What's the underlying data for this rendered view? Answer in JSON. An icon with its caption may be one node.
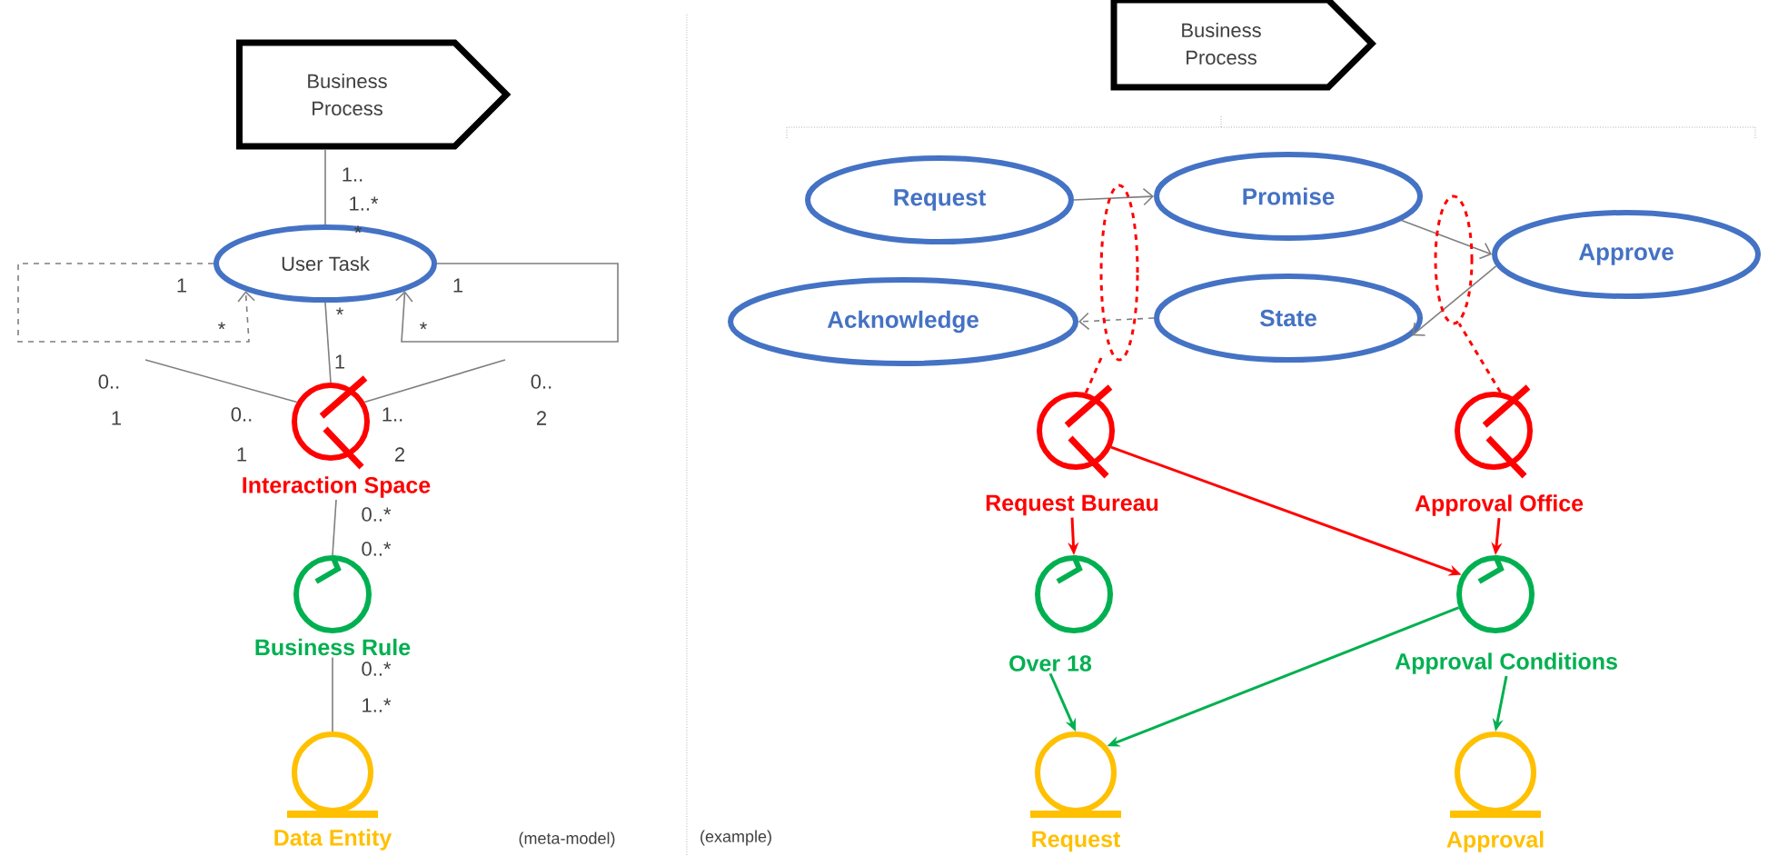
{
  "diagram": {
    "nodes": [
      {
        "text": [
          "Business Process"
        ]
      },
      {
        "text": [
          "User Task"
        ]
      },
      {
        "text": [
          "Interaction Space"
        ]
      },
      {
        "text": [
          "Business Rule"
        ]
      },
      {
        "text": [
          "Data Entity"
        ]
      },
      {
        "text": [
          "Business Process"
        ]
      },
      {
        "text": [
          "Request"
        ]
      },
      {
        "text": [
          "Promise"
        ]
      },
      {
        "text": [
          "Approve"
        ]
      },
      {
        "text": [
          "Acknowledge"
        ]
      },
      {
        "text": [
          "State"
        ]
      },
      {
        "text": [
          "Request Bureau"
        ]
      },
      {
        "text": [
          "Approval Office"
        ]
      },
      {
        "text": [
          "Over 18"
        ]
      },
      {
        "text": [
          "Approval Conditions"
        ]
      },
      {
        "text": [
          "Request"
        ]
      },
      {
        "text": [
          "Approval"
        ]
      }
    ],
    "edges": [
      {
        "from": 0,
        "to": 1,
        "arrow": "none"
      },
      {
        "from": 1,
        "to": 1,
        "arrow": "to",
        "style": "dashed"
      },
      {
        "from": 1,
        "to": 1,
        "arrow": "to"
      },
      {
        "from": 1,
        "to": 2,
        "arrow": "none"
      },
      {
        "from": 2,
        "to": null,
        "arrow": "none"
      },
      {
        "from": 2,
        "to": null,
        "arrow": "none"
      },
      {
        "from": 2,
        "to": 3,
        "arrow": "none"
      },
      {
        "from": 3,
        "to": 4,
        "arrow": "none"
      },
      {
        "from": 6,
        "to": 7,
        "arrow": "to"
      },
      {
        "from": 7,
        "to": 8,
        "arrow": "to"
      },
      {
        "from": 8,
        "to": 10,
        "arrow": "to"
      },
      {
        "from": 10,
        "to": 9,
        "arrow": "to",
        "style": "dashed"
      },
      {
        "from": 11,
        "to": null,
        "arrow": "none",
        "style": "dashed",
        "color": "#ff0000"
      },
      {
        "from": 12,
        "to": null,
        "arrow": "none",
        "style": "dashed",
        "color": "#ff0000"
      },
      {
        "from": 11,
        "to": 13,
        "arrow": "to",
        "color": "#ff0000"
      },
      {
        "from": 11,
        "to": 14,
        "arrow": "to",
        "color": "#ff0000"
      },
      {
        "from": 12,
        "to": 14,
        "arrow": "to",
        "color": "#ff0000"
      },
      {
        "from": 13,
        "to": 15,
        "arrow": "to",
        "color": "#00b050"
      },
      {
        "from": 14,
        "to": 15,
        "arrow": "to",
        "color": "#00b050"
      },
      {
        "from": 14,
        "to": 16,
        "arrow": "to",
        "color": "#00b050"
      }
    ],
    "labels": [
      "1..",
      "1..*",
      "*",
      "1",
      "*",
      "1",
      "*",
      "*",
      "1",
      "0..",
      "1",
      "0..",
      "1",
      "1..",
      "2",
      "0..",
      "2",
      "0..*",
      "0..*",
      "0..*",
      "1..*",
      "(meta-model)",
      "(example)"
    ]
  }
}
